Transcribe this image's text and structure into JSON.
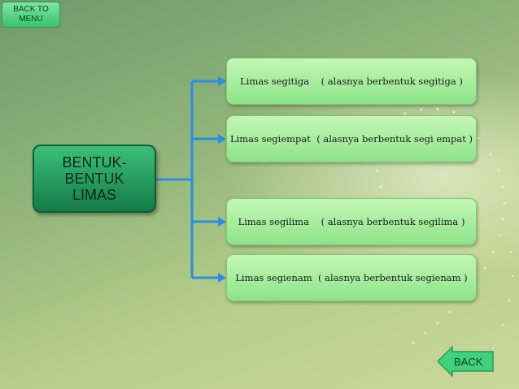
{
  "nav": {
    "back_to_menu": "BACK TO MENU",
    "back": "BACK"
  },
  "diagram": {
    "root": "BENTUK-BENTUK LIMAS",
    "items": [
      "Limas segitiga    ( alasnya berbentuk segitiga )",
      "Limas segiempat  ( alasnya berbentuk segi empat )",
      "Limas segilima    ( alasnya berbentuk segilima )",
      "Limas segienam  ( alasnya berbentuk segienam )"
    ]
  },
  "colors": {
    "connector": "#2a8fe0",
    "node_dark": "#157a46",
    "node_light": "#8ee489"
  }
}
